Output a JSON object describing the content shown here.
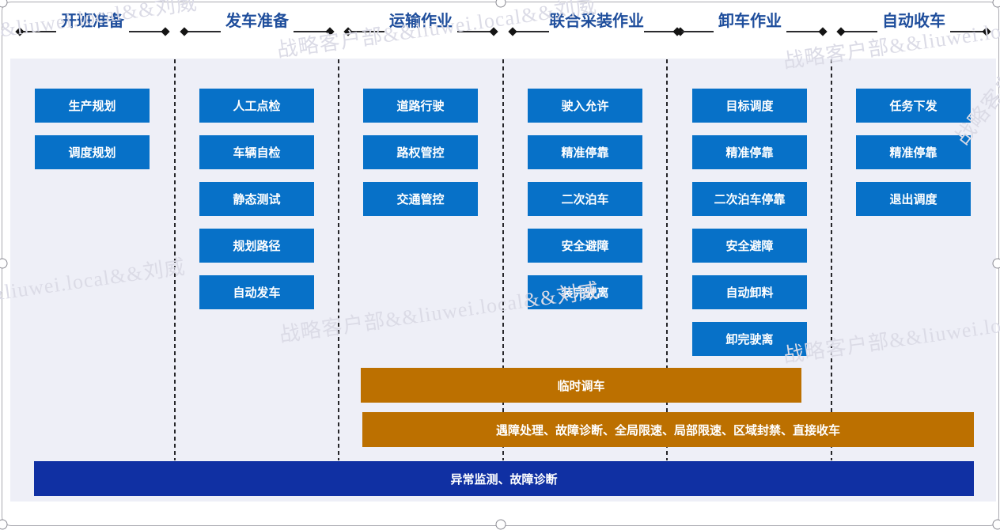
{
  "watermark": {
    "text": "战略客户部&&liuwei.local&&刘威"
  },
  "columns": [
    {
      "title": "开班准备",
      "steps": [
        "生产规划",
        "调度规划"
      ]
    },
    {
      "title": "发车准备",
      "steps": [
        "人工点检",
        "车辆自检",
        "静态测试",
        "规划路径",
        "自动发车"
      ]
    },
    {
      "title": "运输作业",
      "steps": [
        "道路行驶",
        "路权管控",
        "交通管控"
      ]
    },
    {
      "title": "联合采装作业",
      "steps": [
        "驶入允许",
        "精准停靠",
        "二次泊车",
        "安全避障",
        "装完驶离"
      ]
    },
    {
      "title": "卸车作业",
      "steps": [
        "目标调度",
        "精准停靠",
        "二次泊车停靠",
        "安全避障",
        "自动卸料",
        "卸完驶离"
      ]
    },
    {
      "title": "自动收车",
      "steps": [
        "任务下发",
        "精准停靠",
        "退出调度"
      ]
    }
  ],
  "bars": [
    {
      "label": "临时调车"
    },
    {
      "label": "遇障处理、故障诊断、全局限速、局部限速、区域封禁、直接收车"
    },
    {
      "label": "异常监测、故障诊断"
    }
  ],
  "colors": {
    "step_blue": "#0771C8",
    "bar_gold": "#BC7000",
    "bar_navy": "#1030A3",
    "header_text": "#1F4E9C",
    "panel_background": "#EEEFF7"
  }
}
